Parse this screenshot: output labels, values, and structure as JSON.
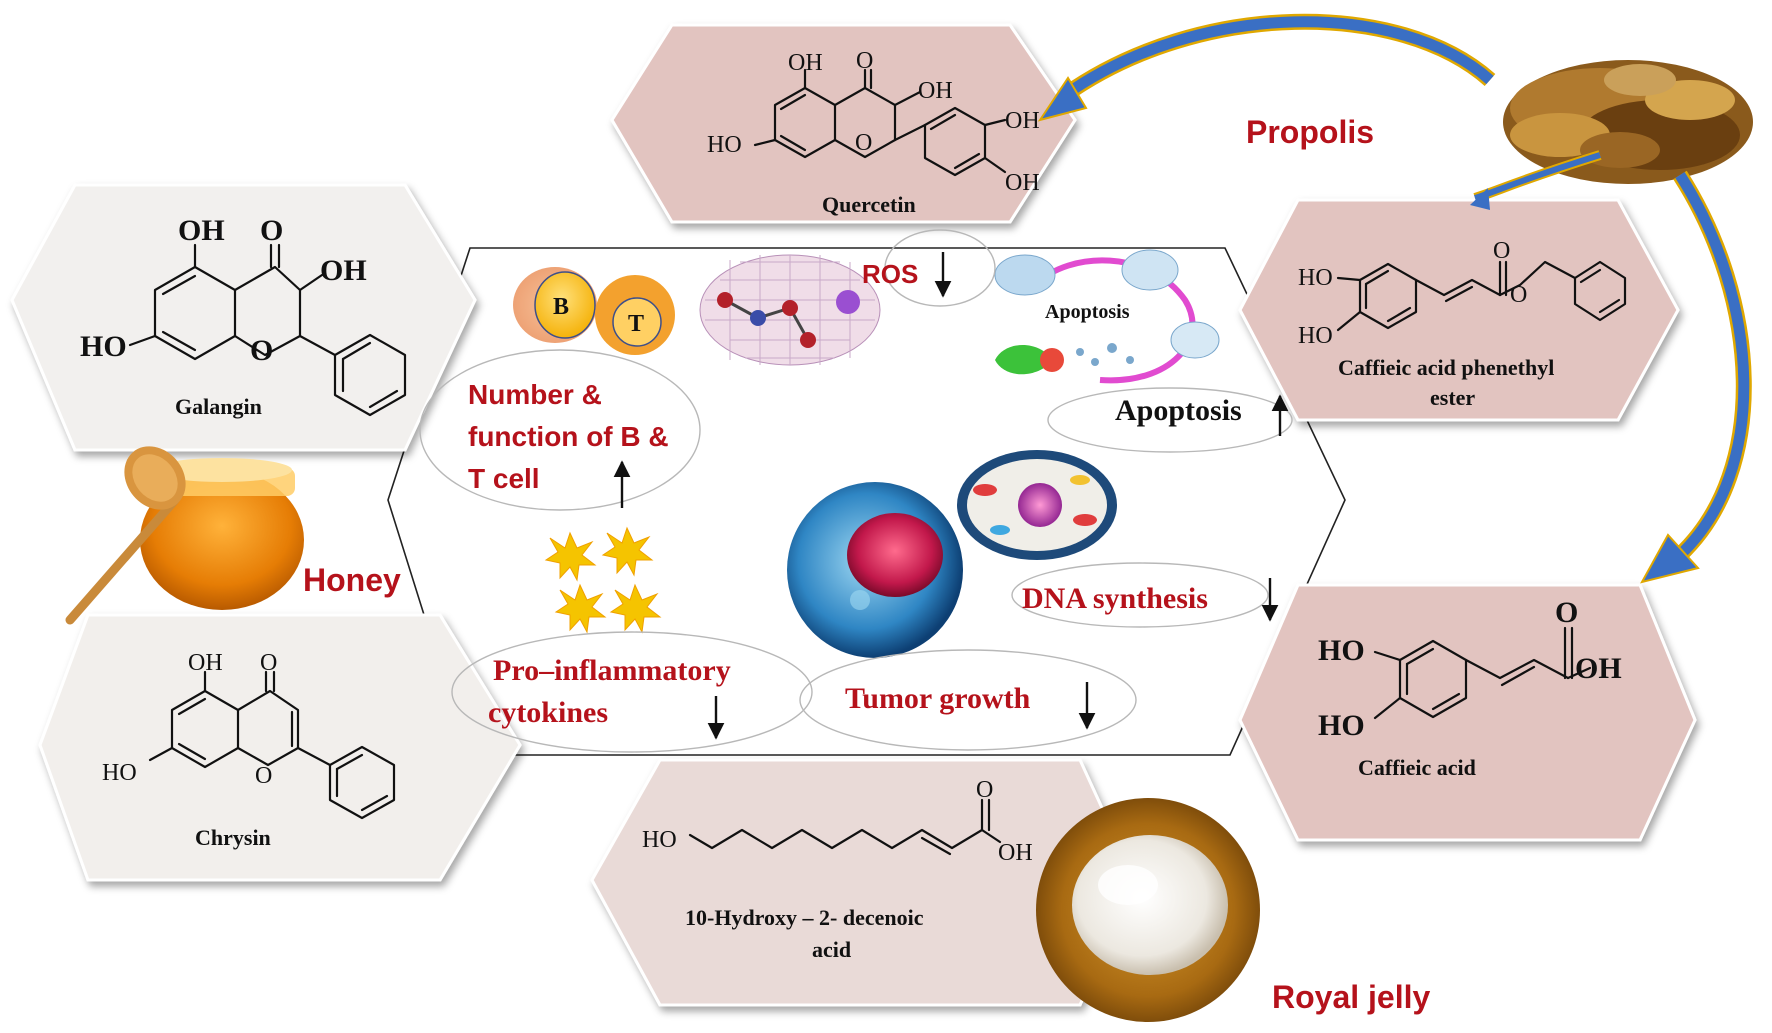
{
  "sources": {
    "propolis": "Propolis",
    "honey": "Honey",
    "royal_jelly": "Royal jelly"
  },
  "compounds": {
    "quercetin": "Quercetin",
    "galangin": "Galangin",
    "chrysin": "Chrysin",
    "cape": [
      "Caffieic acid phenethyl",
      "ester"
    ],
    "caffeic_acid": "Caffieic acid",
    "hda": [
      "10-Hydroxy – 2- decenoic",
      "acid"
    ]
  },
  "atoms": {
    "OH": "OH",
    "O": "O",
    "HO": "HO"
  },
  "effects": {
    "ros": "ROS",
    "bt_cells": [
      "Number &",
      "function of B &",
      "T cell"
    ],
    "apoptosis": "Apoptosis",
    "apoptosis_image_label": "Apoptosis",
    "dna_synthesis": "DNA synthesis",
    "tumor_growth": "Tumor growth",
    "cytokines": [
      "Pro–inflammatory",
      "cytokines"
    ],
    "b_label": "B",
    "t_label": "T"
  },
  "colors": {
    "source_red": "#b5121b",
    "propolis_hex_fill": "#e2c4c0",
    "honey_hex_fill": "#f2f0ee",
    "royal_hex_fill": "#e9dad7",
    "arrow_blue": "#3a6fc4",
    "arrow_gold": "#e0a800"
  }
}
